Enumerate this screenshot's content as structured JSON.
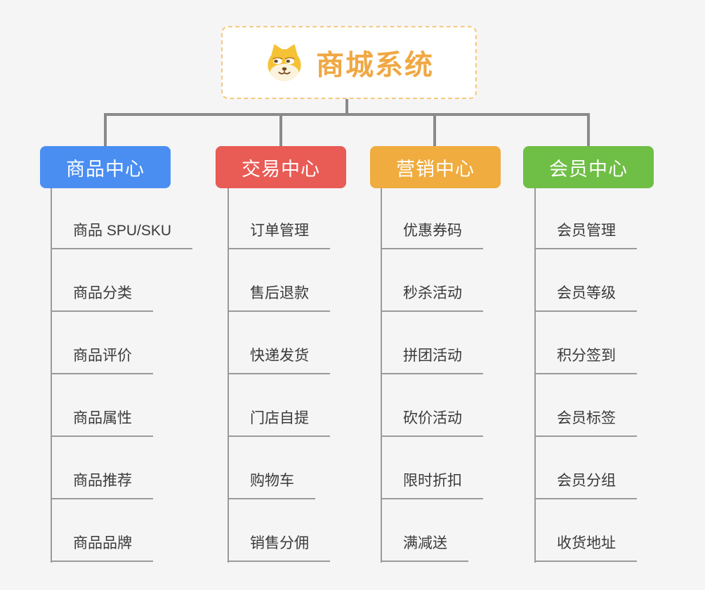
{
  "page": {
    "background": "#f5f5f6"
  },
  "root": {
    "title": "商城系统",
    "icon": "dog-face-icon",
    "text_color": "#f0a843",
    "border_color": "#f6c97e",
    "background": "#ffffff"
  },
  "colors": {
    "connector": "#8a8a8a",
    "leaf_line": "#9a9a9a",
    "leaf_text": "#3a3a3a"
  },
  "branches": [
    {
      "label": "商品中心",
      "color": "#4a8ef2",
      "items": [
        "商品 SPU/SKU",
        "商品分类",
        "商品评价",
        "商品属性",
        "商品推荐",
        "商品品牌"
      ]
    },
    {
      "label": "交易中心",
      "color": "#e95b55",
      "items": [
        "订单管理",
        "售后退款",
        "快递发货",
        "门店自提",
        "购物车",
        "销售分佣"
      ]
    },
    {
      "label": "营销中心",
      "color": "#f0ac3e",
      "items": [
        "优惠券码",
        "秒杀活动",
        "拼团活动",
        "砍价活动",
        "限时折扣",
        "满减送"
      ]
    },
    {
      "label": "会员中心",
      "color": "#6fbe45",
      "items": [
        "会员管理",
        "会员等级",
        "积分签到",
        "会员标签",
        "会员分组",
        "收货地址"
      ]
    }
  ]
}
